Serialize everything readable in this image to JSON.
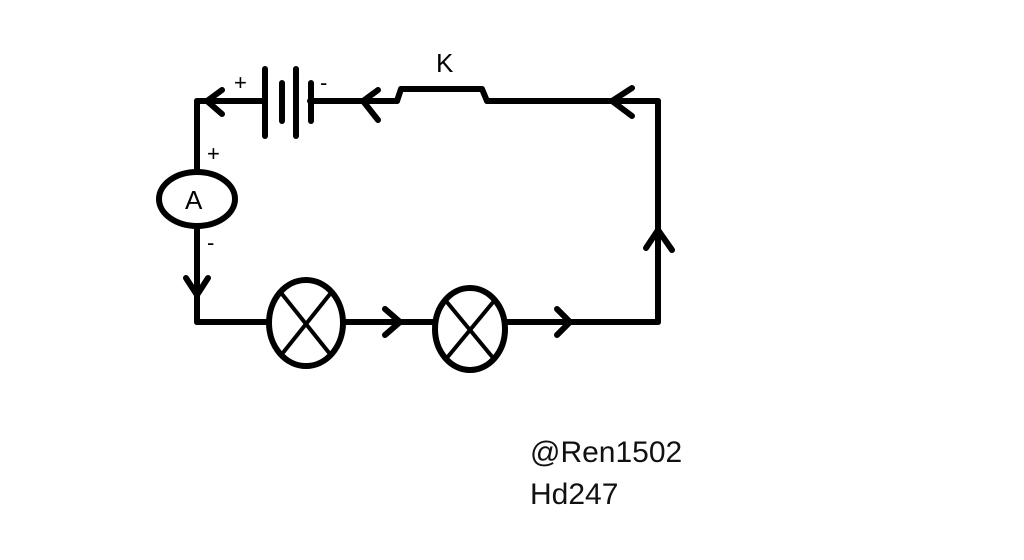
{
  "diagram": {
    "switch_label": "K",
    "battery": {
      "positive_sign": "+",
      "negative_sign": "-"
    },
    "ammeter": {
      "label": "A",
      "positive_sign": "+",
      "negative_sign": "-"
    },
    "lamp_count": 2,
    "colors": {
      "line": "#000000",
      "background": "#ffffff"
    }
  },
  "credits": {
    "author": "@Ren1502",
    "code": "Hd247"
  }
}
